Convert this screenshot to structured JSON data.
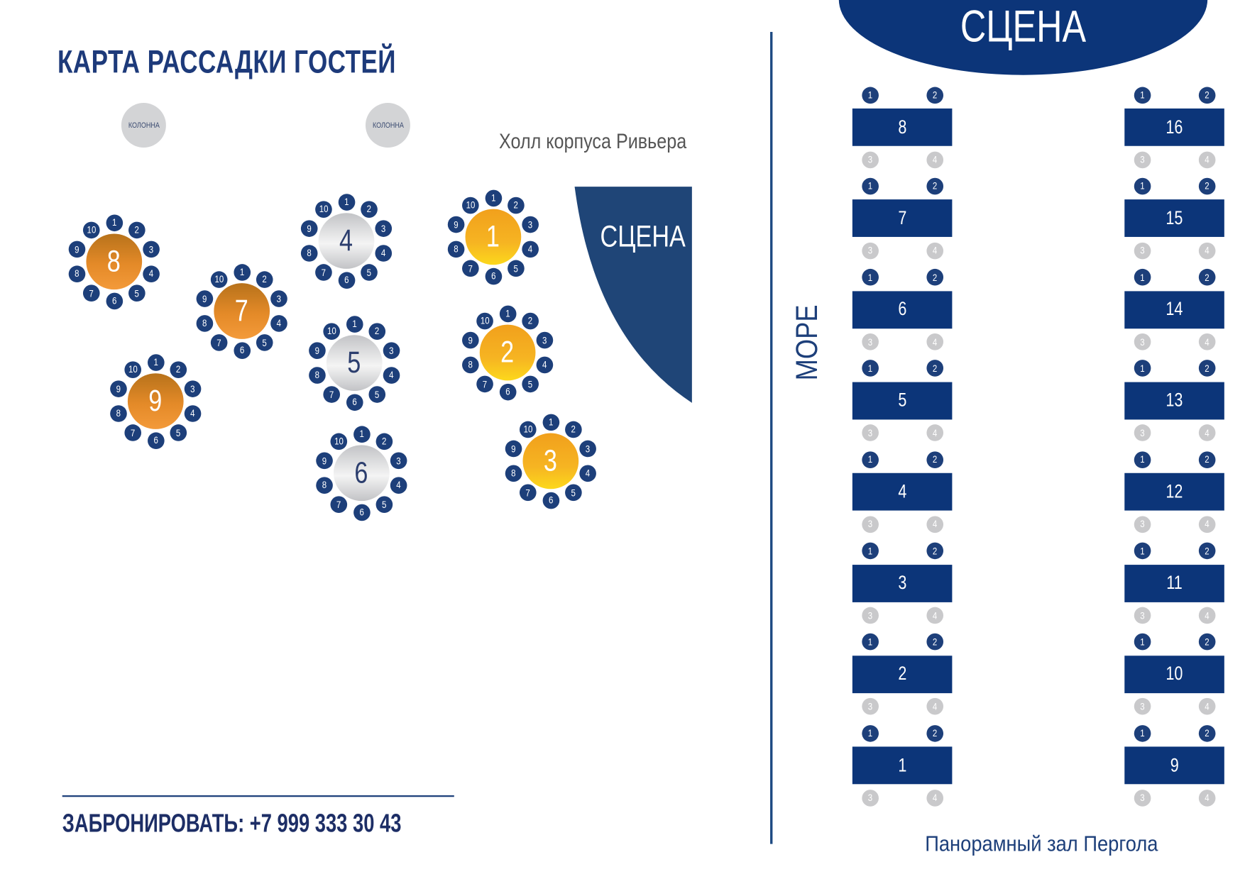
{
  "title": "КАРТА РАССАДКИ ГОСТЕЙ",
  "columns": [
    "КОЛОННА",
    "КОЛОННА"
  ],
  "hall_label": "Холл корпуса Ривьера",
  "left_stage_label": "СЦЕНА",
  "round_tables": [
    {
      "number": "1",
      "tier": "gold"
    },
    {
      "number": "2",
      "tier": "gold"
    },
    {
      "number": "3",
      "tier": "gold"
    },
    {
      "number": "4",
      "tier": "silver"
    },
    {
      "number": "5",
      "tier": "silver"
    },
    {
      "number": "6",
      "tier": "silver"
    },
    {
      "number": "7",
      "tier": "bronze"
    },
    {
      "number": "8",
      "tier": "bronze"
    },
    {
      "number": "9",
      "tier": "bronze"
    }
  ],
  "round_seats": [
    "1",
    "2",
    "3",
    "4",
    "5",
    "6",
    "7",
    "8",
    "9",
    "10"
  ],
  "sea_label": "МОРЕ",
  "right_stage_label": "СЦЕНА",
  "rect_tables_left": [
    "8",
    "7",
    "6",
    "5",
    "4",
    "3",
    "2",
    "1"
  ],
  "rect_tables_right": [
    "16",
    "15",
    "14",
    "13",
    "12",
    "11",
    "10",
    "9"
  ],
  "rect_seats": [
    "1",
    "2",
    "3",
    "4"
  ],
  "booking": "ЗАБРОНИРОВАТЬ: +7 999 333 30 43",
  "hall_bottom_label": "Панорамный зал Пергола",
  "colors": {
    "navy": "#0c3579",
    "bronze": "#e48a28",
    "gold": "#f6b422",
    "silver": "#d3d4d6"
  }
}
